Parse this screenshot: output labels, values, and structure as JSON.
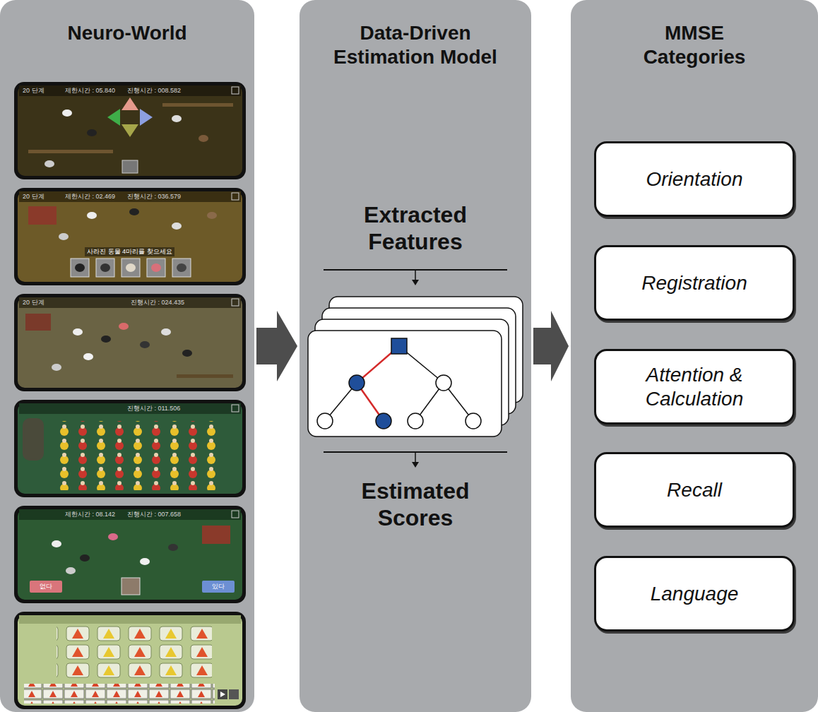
{
  "diagram": {
    "nodes": [
      {
        "text": [
          "Neuro-World"
        ]
      },
      {
        "text": [
          "Data-Driven Estimation Model",
          "Extracted Features",
          "Estimated Scores"
        ]
      },
      {
        "text": [
          "MMSE Categories"
        ]
      },
      {
        "text": [
          "Orientation"
        ],
        "in": 2
      },
      {
        "text": [
          "Registration"
        ],
        "in": 2
      },
      {
        "text": [
          "Attention & Calculation"
        ],
        "in": 2
      },
      {
        "text": [
          "Recall"
        ],
        "in": 2
      },
      {
        "text": [
          "Language"
        ],
        "in": 2
      }
    ],
    "edges": [
      {
        "from": 0,
        "to": 1,
        "arrow": "to"
      },
      {
        "from": 1,
        "to": 2,
        "arrow": "to"
      }
    ],
    "labels": [
      "20 단계",
      "제한시간 : 05.840",
      "진행시간 : 008.582",
      "20 단계",
      "제한시간 : 02.469",
      "진행시간 : 036.579",
      "사라진 동물 4마리를 찾으세요",
      "20 단계",
      "진행시간 : 024.435",
      "진행시간 : 011.506",
      "제한시간 : 08.142",
      "진행시간 : 007.658",
      "없다",
      "있다"
    ]
  }
}
